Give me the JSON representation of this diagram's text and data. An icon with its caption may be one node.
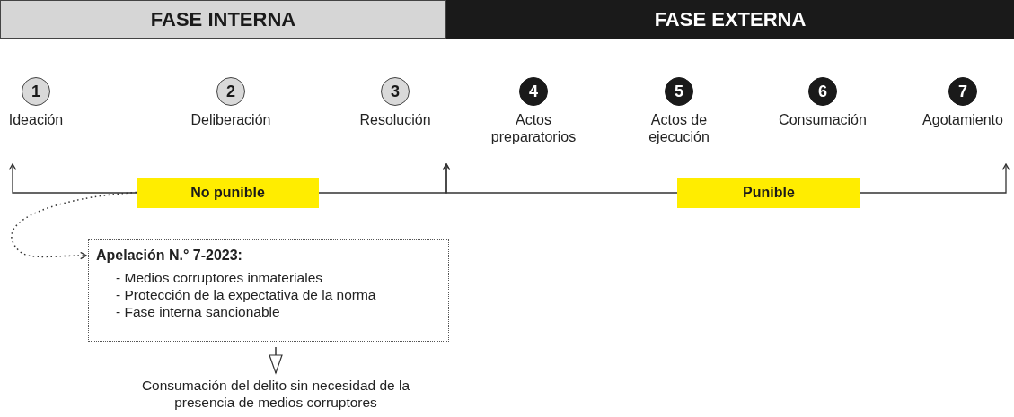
{
  "diagram": {
    "nodes": [
      {
        "text": [
          "FASE INTERNA"
        ]
      },
      {
        "text": [
          "FASE EXTERNA"
        ]
      },
      {
        "text": [
          "1",
          "Ideación"
        ]
      },
      {
        "text": [
          "2",
          "Deliberación"
        ]
      },
      {
        "text": [
          "3",
          "Resolución"
        ]
      },
      {
        "text": [
          "4",
          "Actos preparatorios"
        ]
      },
      {
        "text": [
          "5",
          "Actos de ejecución"
        ]
      },
      {
        "text": [
          "6",
          "Consumación"
        ]
      },
      {
        "text": [
          "7",
          "Agotamiento"
        ]
      },
      {
        "text": [
          "No punible"
        ]
      },
      {
        "text": [
          "Punible"
        ]
      },
      {
        "text": [
          "Apelación N.° 7-2023:",
          "- Medios corruptores inmateriales",
          "- Protección de la expectativa de la norma",
          "- Fase interna sancionable"
        ]
      },
      {
        "text": [
          "Consumación del delito sin necesidad de la presencia de medios corruptores"
        ]
      }
    ],
    "edges": [
      {
        "from": 9,
        "to": 11,
        "arrow": "to",
        "style": "dashed"
      },
      {
        "from": 11,
        "to": 12,
        "arrow": "to"
      }
    ]
  }
}
